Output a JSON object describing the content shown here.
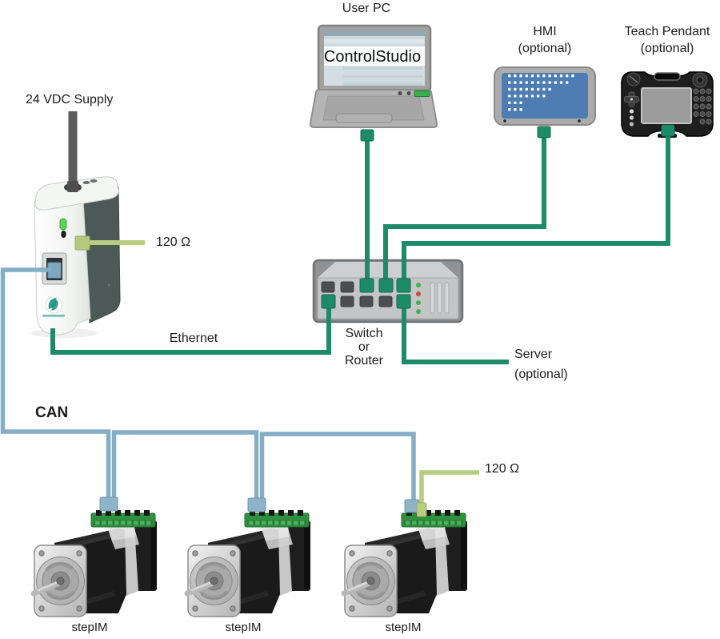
{
  "diagram": {
    "user_pc": {
      "title": "User PC",
      "screen_text": "ControlStudio"
    },
    "hmi": {
      "title": "HMI",
      "subtitle": "(optional)"
    },
    "teach_pendant": {
      "title": "Teach Pendant",
      "subtitle": "(optional)"
    },
    "power_supply": {
      "label": "24 VDC Supply"
    },
    "controller_terminator": {
      "label": "120 Ω"
    },
    "motor_terminator": {
      "label": "120 Ω"
    },
    "ethernet_link": {
      "label": "Ethernet"
    },
    "network_switch": {
      "line1": "Switch",
      "line2": "or",
      "line3": "Router",
      "led_colors": [
        "green",
        "red",
        "green",
        "green"
      ]
    },
    "server": {
      "title": "Server",
      "subtitle": "(optional)"
    },
    "can_bus": {
      "label": "CAN"
    },
    "motors": [
      {
        "label": "stepIM"
      },
      {
        "label": "stepIM"
      },
      {
        "label": "stepIM"
      }
    ],
    "colors": {
      "ethernet_cable": "#1d8a68",
      "can_cable": "#84aec6",
      "terminator_cable": "#b8cc82",
      "hmi_screen": "#4d7db3",
      "motor_terminal": "#2f9140"
    }
  }
}
